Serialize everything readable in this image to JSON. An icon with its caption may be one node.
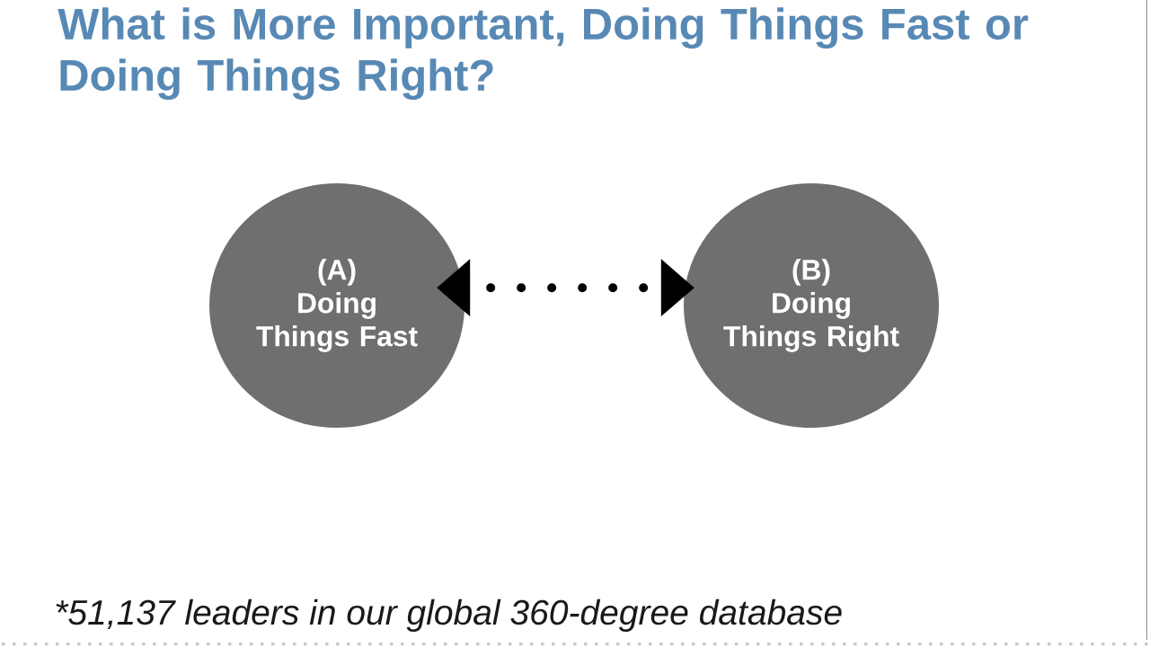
{
  "diagram": {
    "title": "What is More Important, Doing Things Fast or Doing Things Right?",
    "nodes": [
      {
        "text": [
          "(A)",
          "Doing Things Fast"
        ]
      },
      {
        "text": [
          "(B)",
          "Doing Things Right"
        ]
      }
    ],
    "edges": [
      {
        "from": 0,
        "to": 1,
        "arrow": "both",
        "style": "dashed"
      }
    ],
    "labels": [
      "*51,137 leaders in our global 360-degree database"
    ]
  }
}
